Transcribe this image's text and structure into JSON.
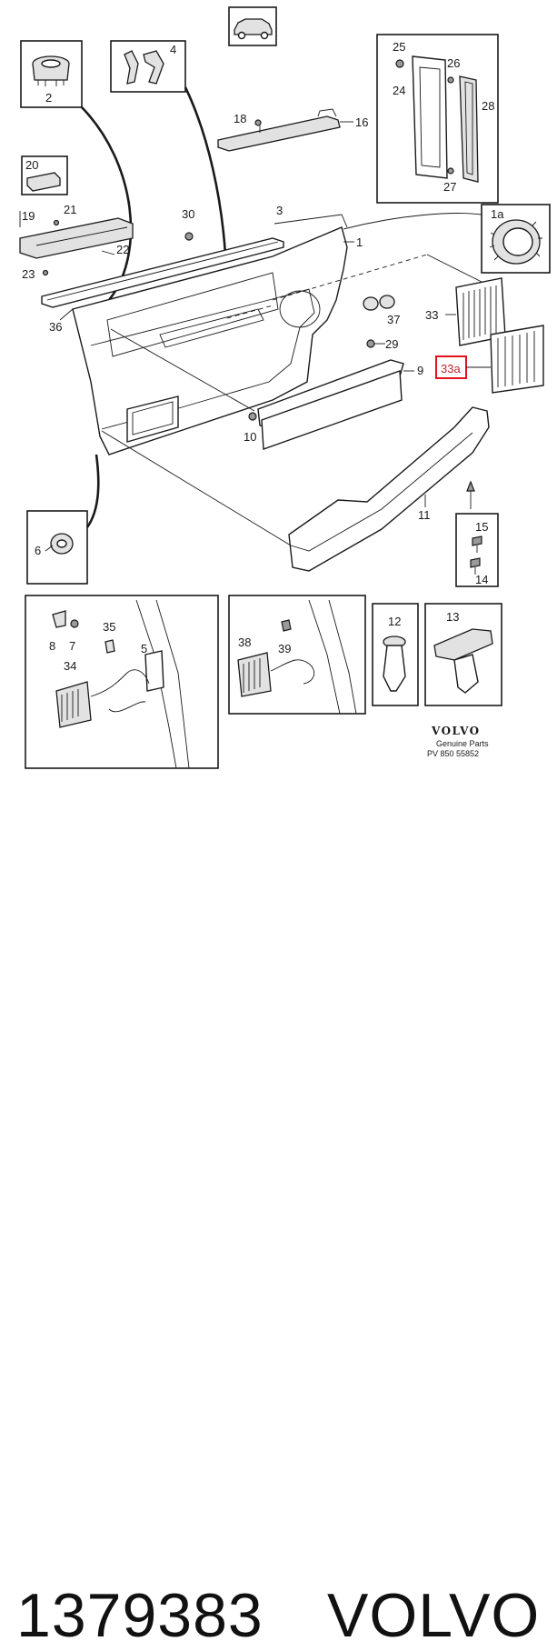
{
  "diagram": {
    "callouts": {
      "c1": "1",
      "c1a": "1a",
      "c2": "2",
      "c3": "3",
      "c4": "4",
      "c5": "5",
      "c6": "6",
      "c7": "7",
      "c8": "8",
      "c9": "9",
      "c10": "10",
      "c11": "11",
      "c12": "12",
      "c13": "13",
      "c14": "14",
      "c15": "15",
      "c16": "16",
      "c18": "18",
      "c19": "19",
      "c20": "20",
      "c21": "21",
      "c22": "22",
      "c23": "23",
      "c24": "24",
      "c25": "25",
      "c26": "26",
      "c27": "27",
      "c28": "28",
      "c29": "29",
      "c30": "30",
      "c33": "33",
      "c33a": "33a",
      "c34": "34",
      "c35": "35",
      "c36": "36",
      "c37": "37",
      "c38": "38",
      "c39": "39"
    },
    "highlighted_part": "33a",
    "highlight_color": "#e0121c",
    "logo_text": "VOLVO",
    "logo_subtitle": "Genuine Parts",
    "reference": "PV  850 55852"
  },
  "footer": {
    "part_number": "1379383",
    "brand": "VOLVO"
  }
}
